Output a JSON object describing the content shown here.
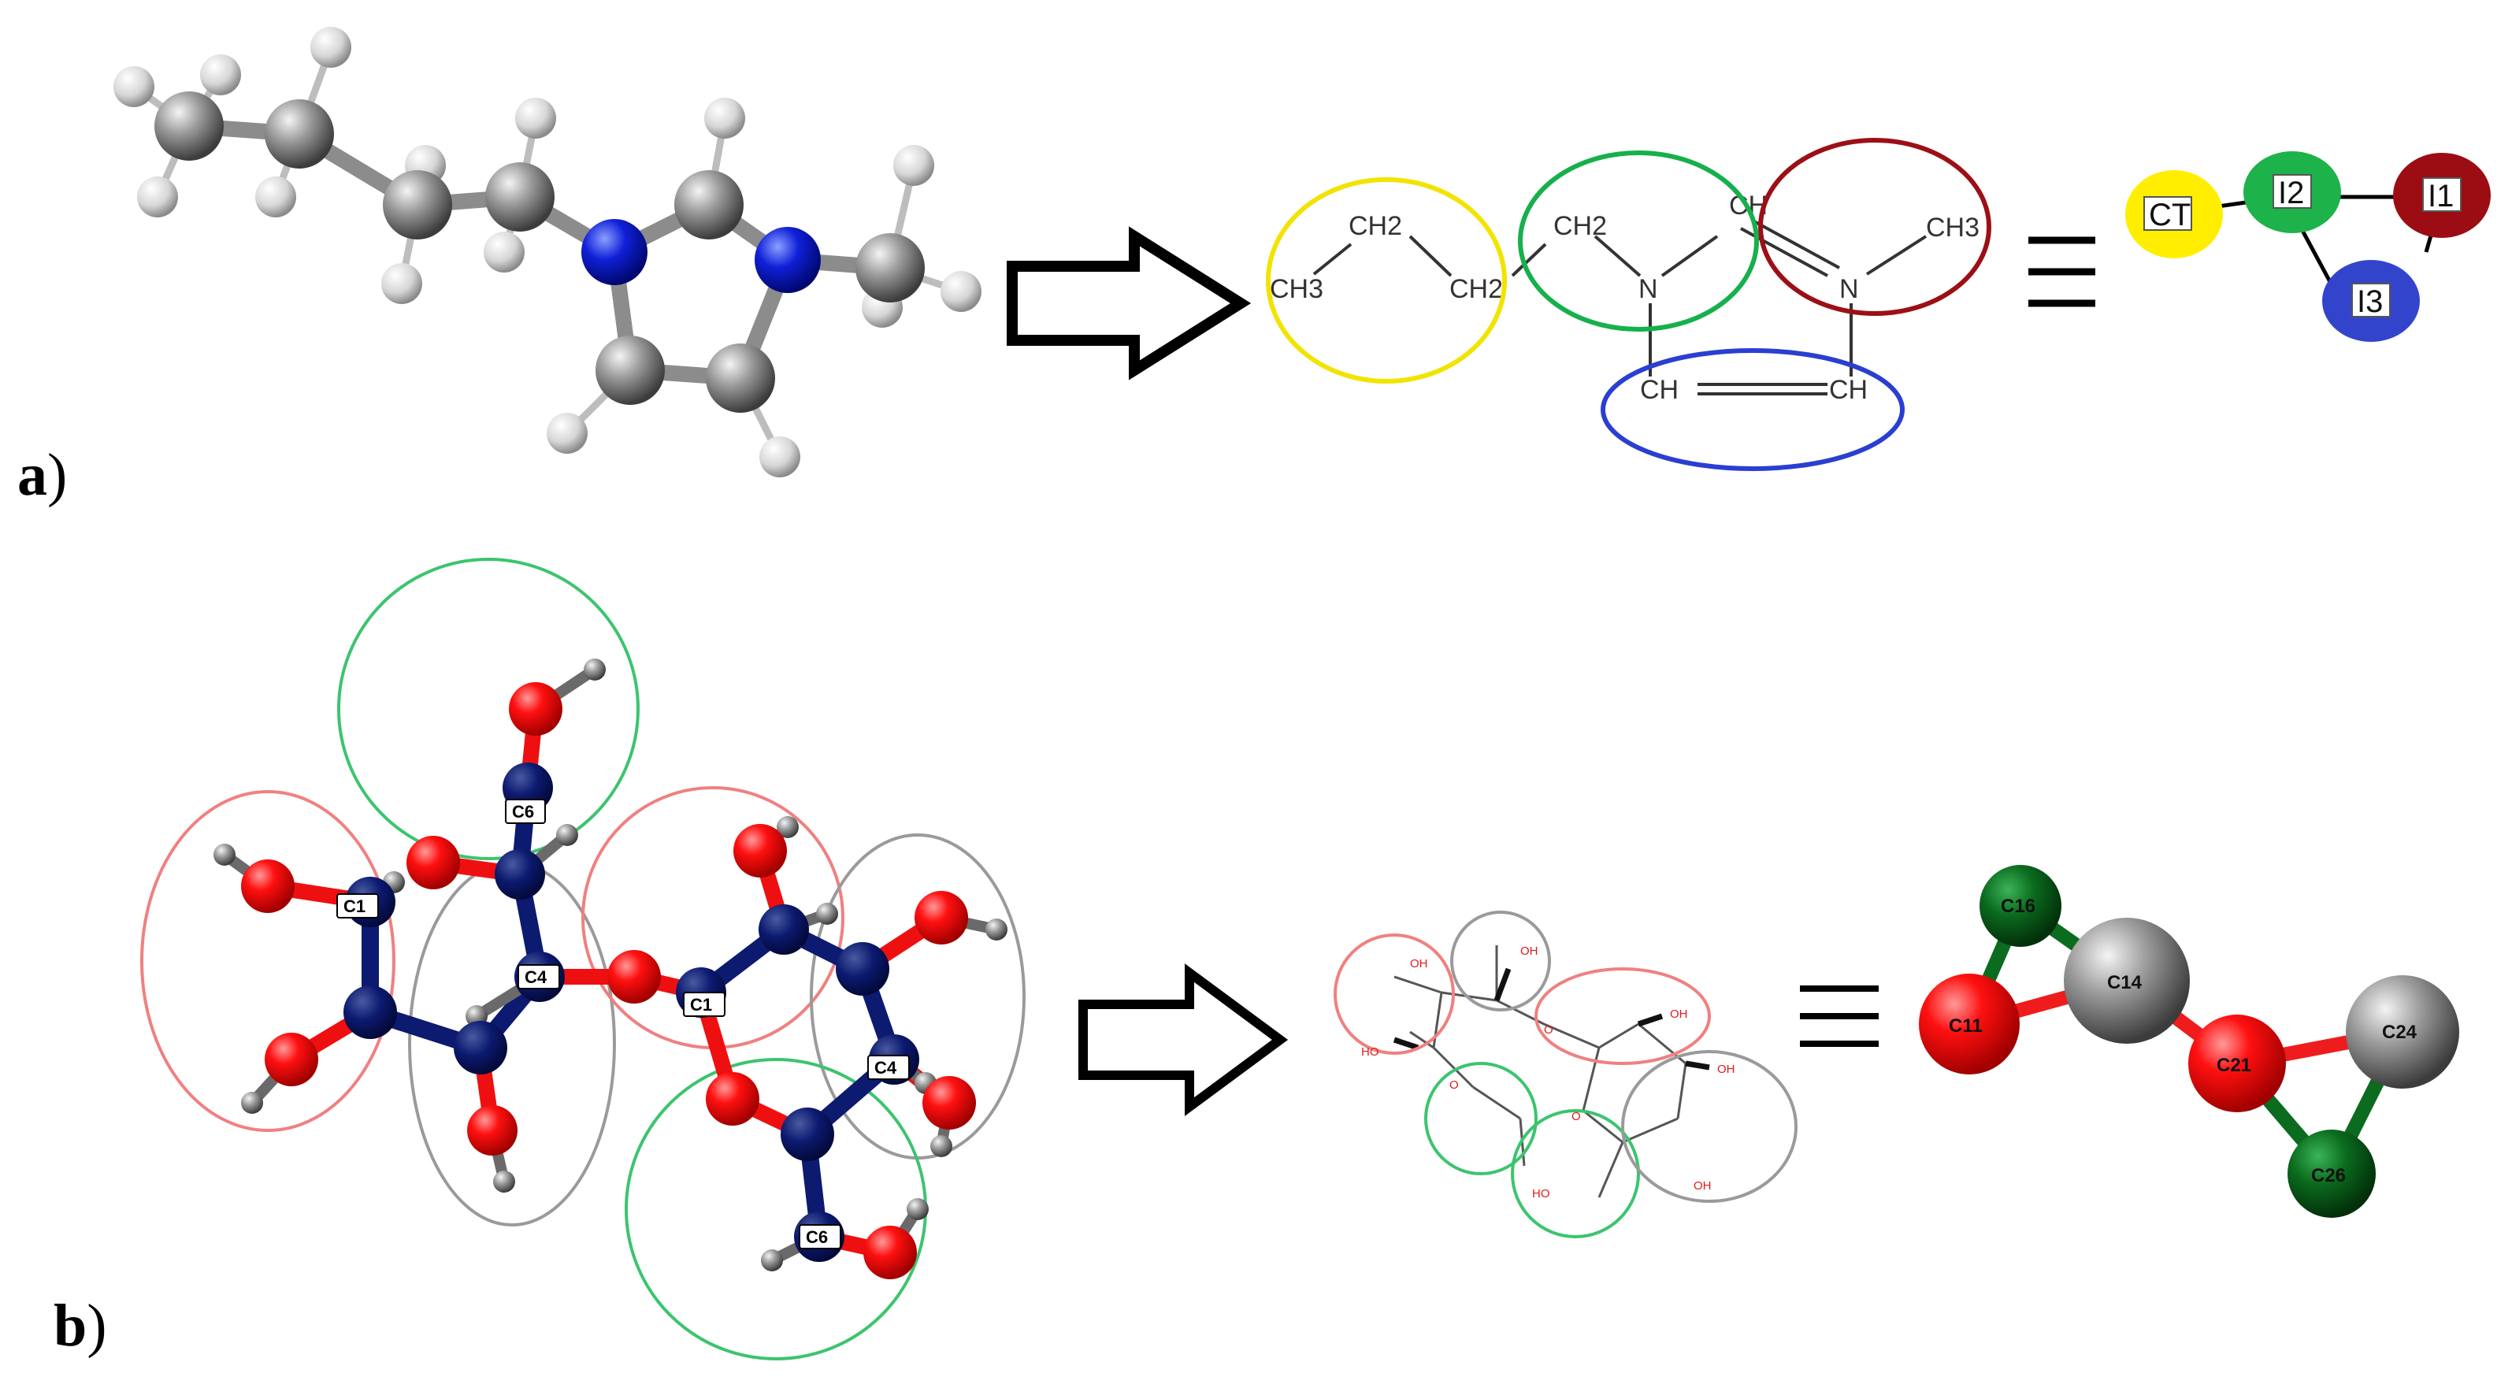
{
  "panel_a": {
    "label": "a",
    "formula": {
      "ch3_left": "CH3",
      "ch2_top": "CH2",
      "ch2_mid": "CH2",
      "ch2_right": "CH2",
      "n_left": "N",
      "n_right": "N",
      "ch_top": "CH",
      "ch3_right": "CH3",
      "ch_bottom_left": "CH",
      "ch_bottom_right": "CH"
    },
    "cg_beads": [
      {
        "label": "CT",
        "color": "#ffee00"
      },
      {
        "label": "I2",
        "color": "#1db34a"
      },
      {
        "label": "I1",
        "color": "#9b0d12"
      },
      {
        "label": "I3",
        "color": "#3344cc"
      }
    ],
    "group_colors": {
      "yellow": "#f2e300",
      "green": "#16b04c",
      "darkred": "#9b1016",
      "blue": "#2a3fd1"
    }
  },
  "panel_b": {
    "label": "b",
    "atom_labels": [
      "C6",
      "C1",
      "C4",
      "C1",
      "C4",
      "C6"
    ],
    "ring_labels": [
      "OH",
      "OH",
      "OH",
      "OH",
      "HO",
      "HO",
      "OH",
      "O",
      "O",
      "O"
    ],
    "cg_beads": [
      {
        "label": "C16",
        "color": "#0b6b1e"
      },
      {
        "label": "C14",
        "color": "#8f8f8f"
      },
      {
        "label": "C11",
        "color": "#ee1c1c"
      },
      {
        "label": "C21",
        "color": "#ee1c1c"
      },
      {
        "label": "C24",
        "color": "#8f8f8f"
      },
      {
        "label": "C26",
        "color": "#0b6b1e"
      }
    ],
    "group_colors": {
      "red": "#f08080",
      "green": "#3cc46e",
      "gray": "#9a9a9a"
    }
  },
  "equivalence_symbol": "≡"
}
